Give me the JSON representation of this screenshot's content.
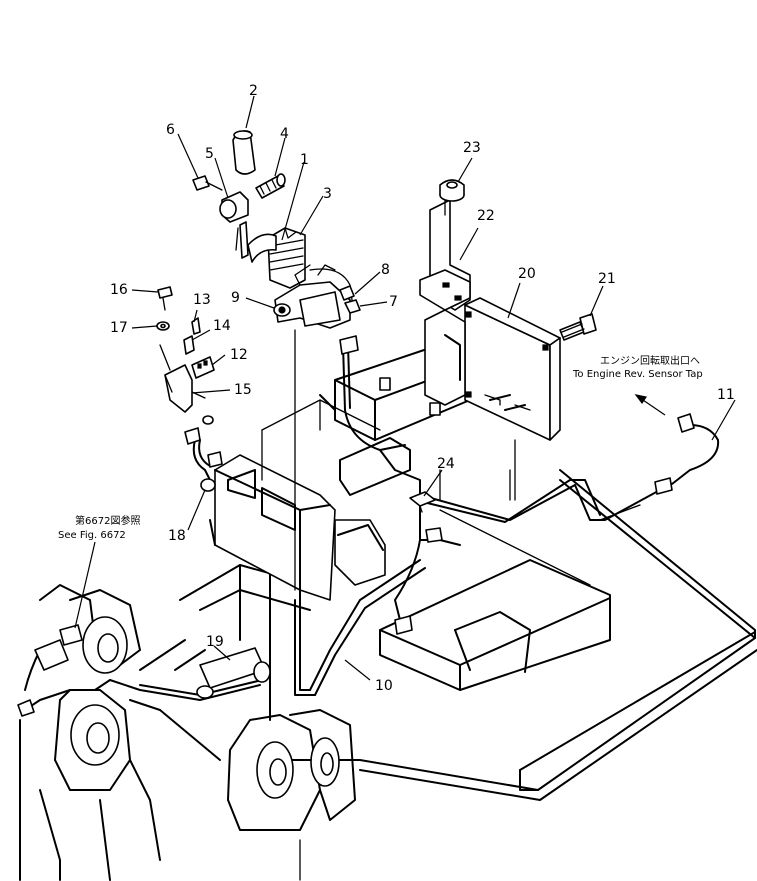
{
  "callouts": [
    "1",
    "2",
    "3",
    "4",
    "5",
    "6",
    "7",
    "8",
    "9",
    "10",
    "11",
    "12",
    "13",
    "14",
    "15",
    "16",
    "17",
    "18",
    "19",
    "20",
    "21",
    "22",
    "23",
    "24"
  ],
  "notes": {
    "engine_tap_jp": "エンジン回転取出口へ",
    "engine_tap_en": "To Engine Rev. Sensor Tap",
    "see_fig_jp": "第6672図参照",
    "see_fig_en": "See Fig. 6672"
  }
}
